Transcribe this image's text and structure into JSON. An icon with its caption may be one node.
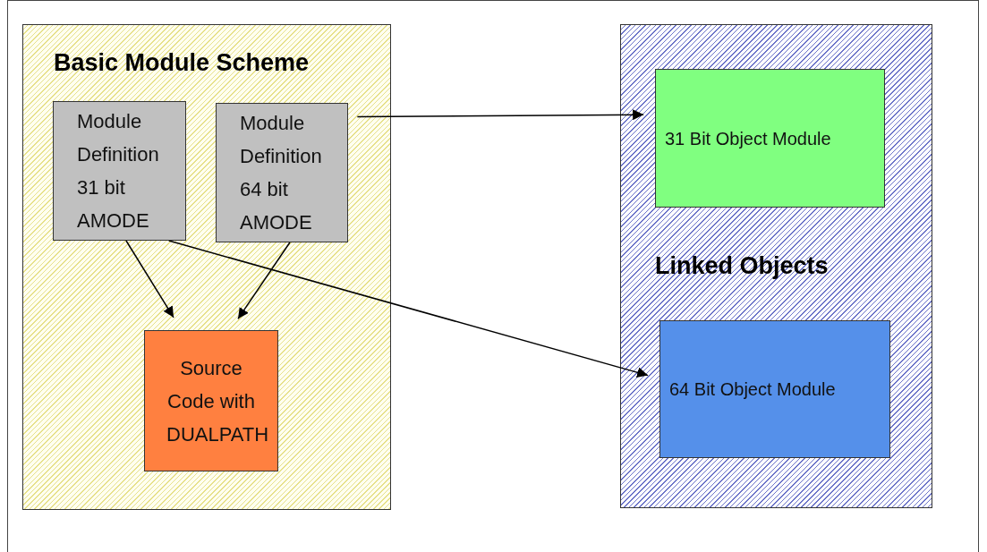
{
  "diagram": {
    "nodes": [
      {
        "text": [
          "Basic Module Scheme"
        ]
      },
      {
        "text": [
          "Module Definition 31 bit AMODE"
        ],
        "in": 0
      },
      {
        "text": [
          "Module Definition 64 bit AMODE"
        ],
        "in": 0
      },
      {
        "text": [
          "Source Code with DUALPATH"
        ],
        "in": 0
      },
      {
        "text": [
          "Linked Objects"
        ]
      },
      {
        "text": [
          "31 Bit Object Module"
        ],
        "in": 4
      },
      {
        "text": [
          "64 Bit Object Module"
        ],
        "in": 4
      }
    ],
    "edges": [
      {
        "from": 1,
        "to": 3,
        "arrow": "to"
      },
      {
        "from": 2,
        "to": 3,
        "arrow": "to"
      },
      {
        "from": 2,
        "to": 5,
        "arrow": "to"
      },
      {
        "from": 1,
        "to": 6,
        "arrow": "to"
      }
    ]
  }
}
